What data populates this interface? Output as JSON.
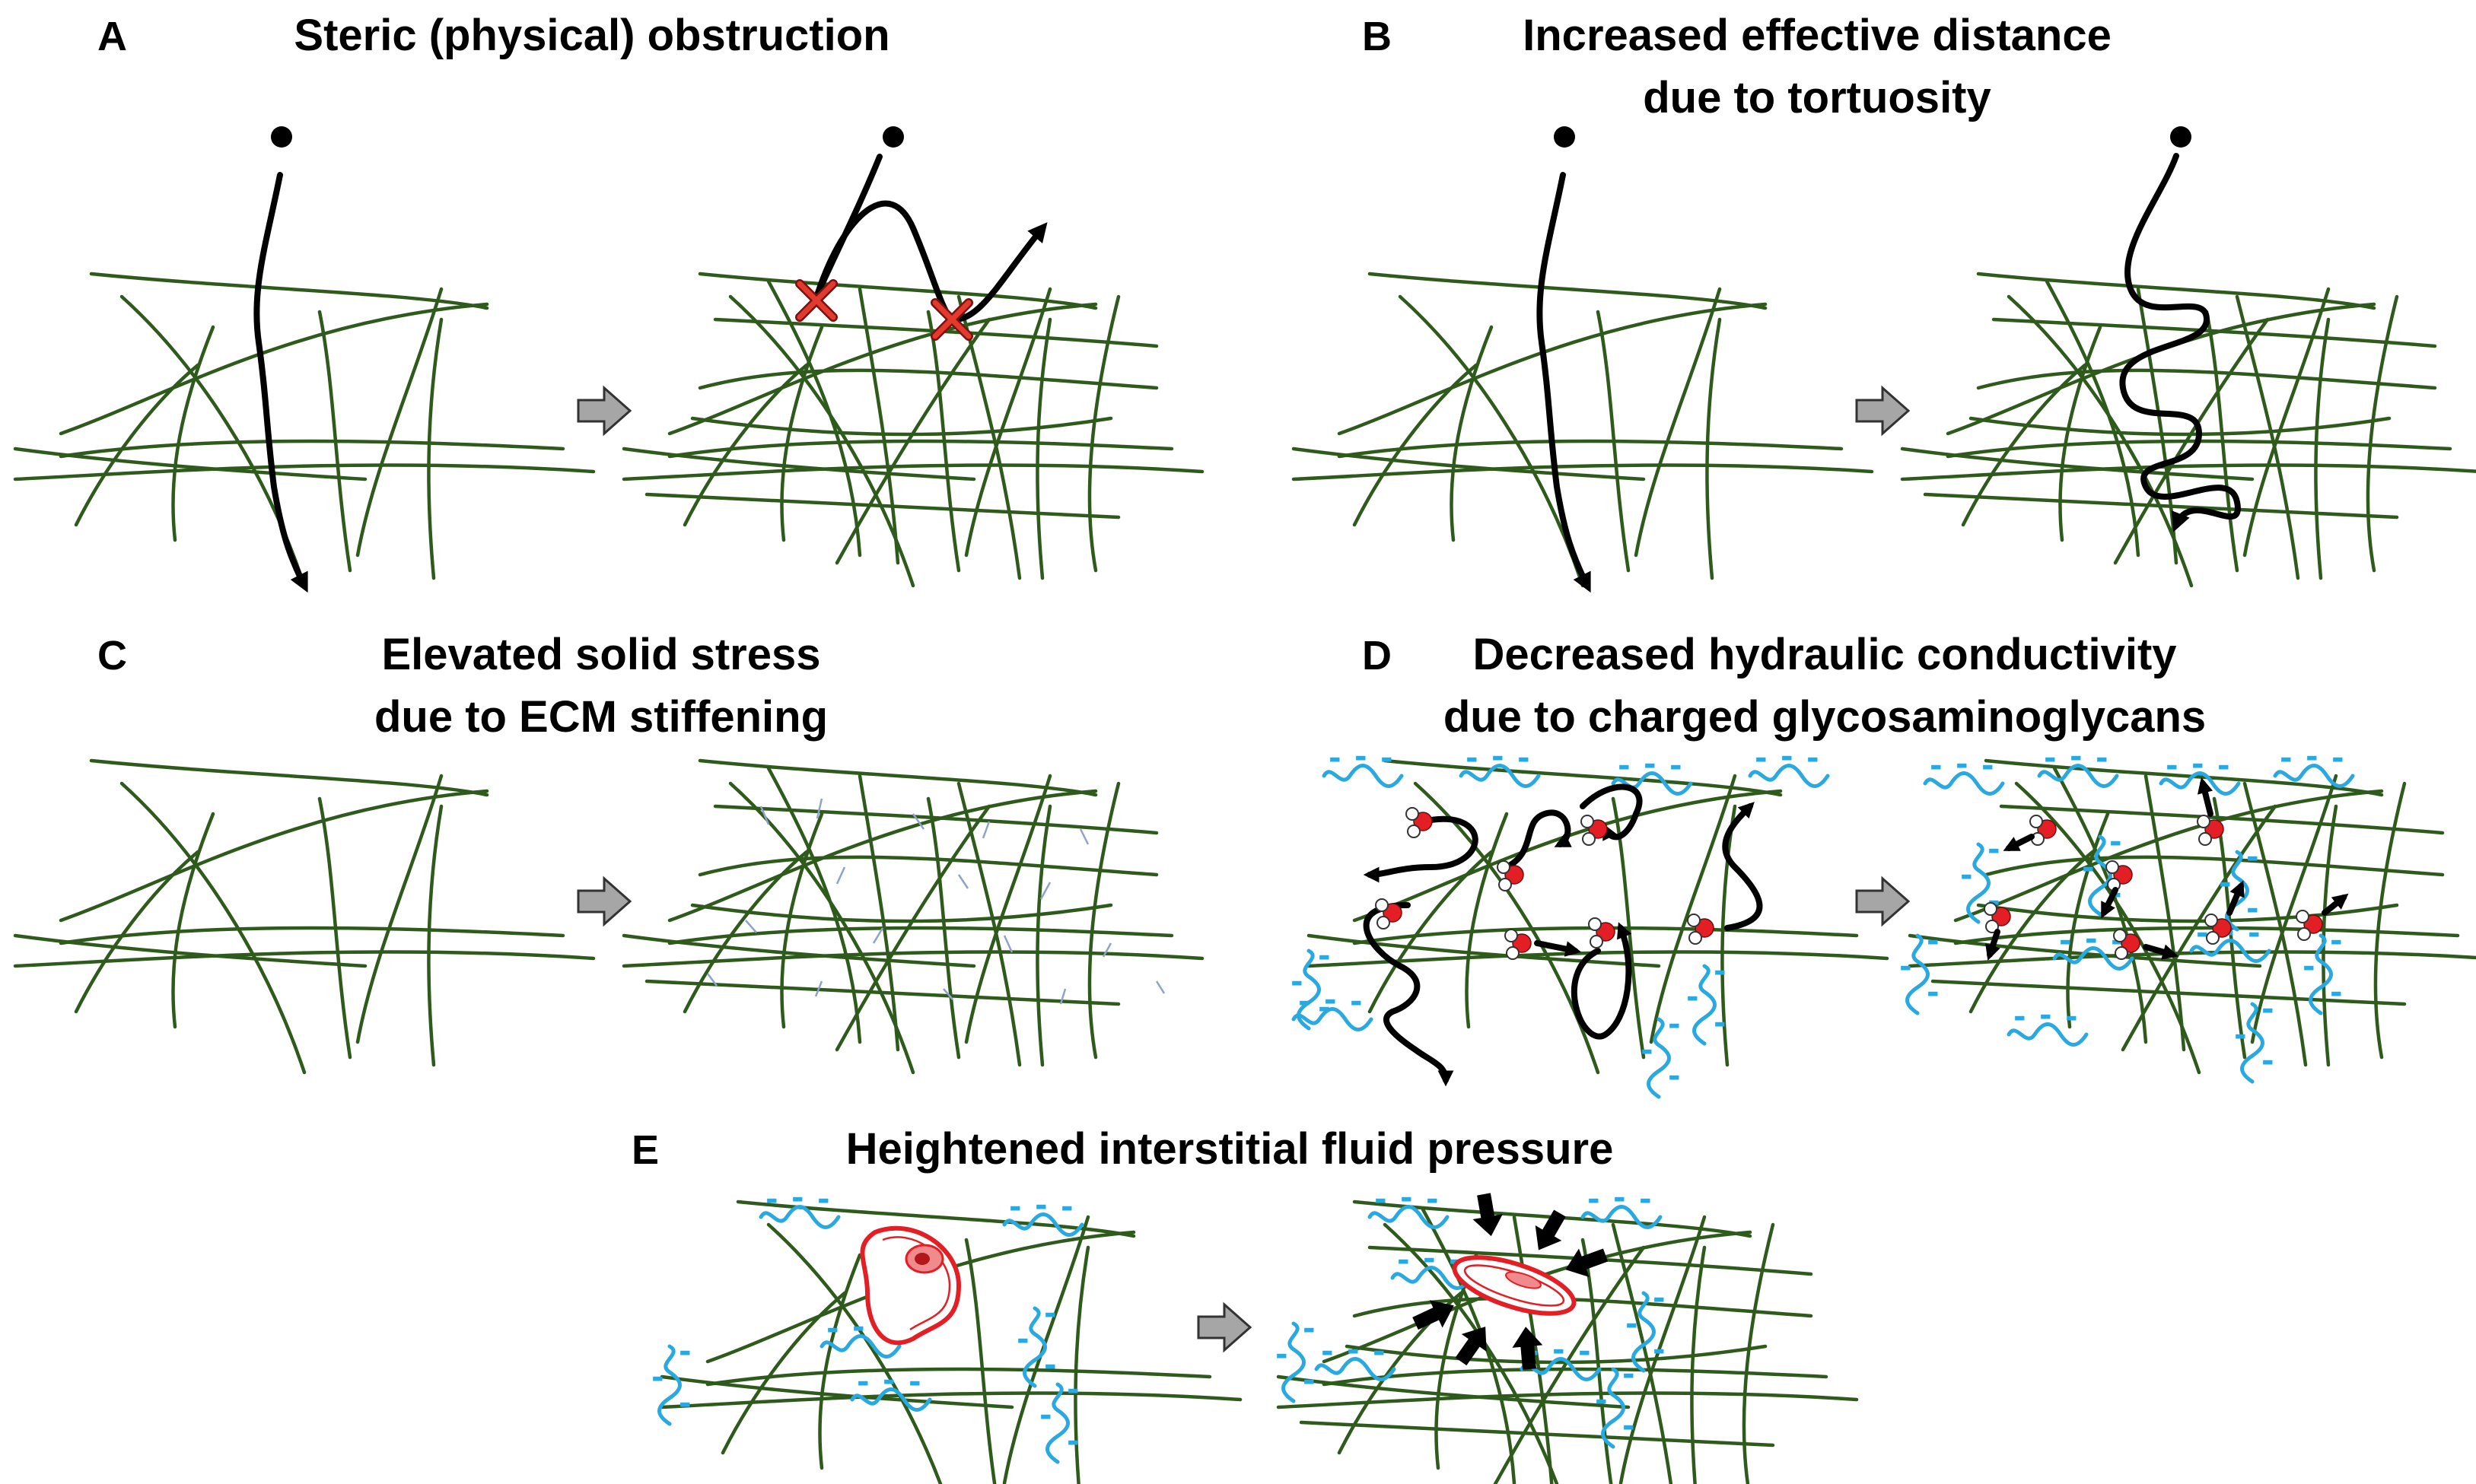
{
  "panels": [
    {
      "letter": "A",
      "title": [
        "Steric (physical) obstruction"
      ]
    },
    {
      "letter": "B",
      "title": [
        "Increased effective distance",
        "due to  tortuosity"
      ]
    },
    {
      "letter": "C",
      "title": [
        "Elevated solid stress",
        "due to ECM stiffening"
      ]
    },
    {
      "letter": "D",
      "title": [
        "Decreased hydraulic conductivity",
        "due to charged glycosaminoglycans"
      ]
    },
    {
      "letter": "E",
      "title": [
        "Heightened interstitial fluid pressure"
      ]
    }
  ],
  "charge_symbol": "-",
  "colors": {
    "fiber": "#2e5a1c",
    "gag": "#29a9e0",
    "arrow_fill": "#a6a6a6",
    "cross": "#e23b2e",
    "cell": "#e31e24",
    "water_oxygen": "#e31e24"
  },
  "icons": [
    "particle-dot",
    "transition-arrow",
    "blocked-cross",
    "water-molecule",
    "tumor-cell",
    "pressure-arrow"
  ]
}
